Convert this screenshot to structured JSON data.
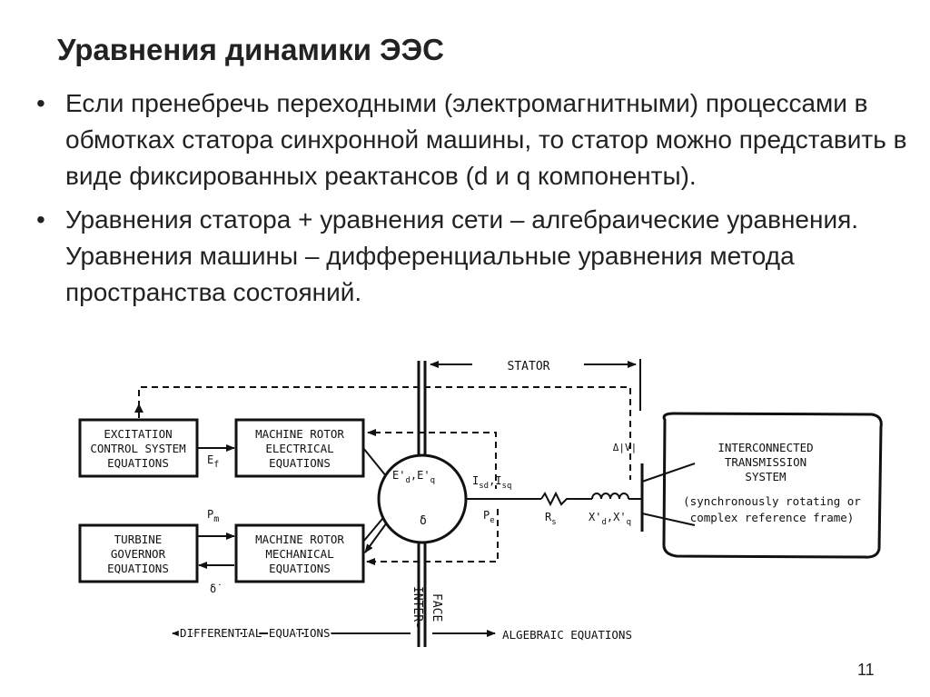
{
  "title": "Уравнения динамики ЭЭС",
  "bullets": [
    "Если пренебречь переходными (электромагнитными) процессами в обмотках статора синхронной машины, то статор можно представить в виде фиксированных реактансов (d и q компоненты).",
    "Уравнения статора + уравнения сети – алгебраические уравнения. Уравнения машины – дифференциальные уравнения метода пространства состояний."
  ],
  "bullet_symbol": "•",
  "diagram": {
    "stator_label": "STATOR",
    "excitation_block": [
      "EXCITATION",
      "CONTROL SYSTEM",
      "EQUATIONS"
    ],
    "rotor_electrical_block": [
      "MACHINE ROTOR",
      "ELECTRICAL",
      "EQUATIONS"
    ],
    "turbine_block": [
      "TURBINE",
      "GOVERNOR",
      "EQUATIONS"
    ],
    "rotor_mechanical_block": [
      "MACHINE ROTOR",
      "MECHANICAL",
      "EQUATIONS"
    ],
    "network_block": [
      "INTERCONNECTED",
      "TRANSMISSION",
      "SYSTEM",
      "(synchronously rotating or",
      "complex reference frame)"
    ],
    "ef_label": "E",
    "ef_sub": "f",
    "pm_label": "P",
    "pm_sub": "m",
    "delta_dot_label": "δ̇",
    "machine_e_d": "E'",
    "machine_e_d_sub": "d",
    "machine_e_q": ",E'",
    "machine_e_q_sub": "q",
    "machine_delta": "δ",
    "isd_label": "I",
    "isd_sub": "sd",
    "isq_label": ",I",
    "isq_sub": "sq",
    "pe_label": "P",
    "pe_sub": "e",
    "rs_label": "R",
    "rs_sub": "s",
    "xd_label": "X'",
    "xd_sub": "d",
    "xq_label": ",X'",
    "xq_sub": "q",
    "dv_label": "Δ|V|",
    "interface_top": "INTER-",
    "interface_bottom": "FACE",
    "differential_label": "DIFFERENTIAL EQUATIONS",
    "algebraic_label": "ALGEBRAIC EQUATIONS"
  },
  "page_number": "11"
}
